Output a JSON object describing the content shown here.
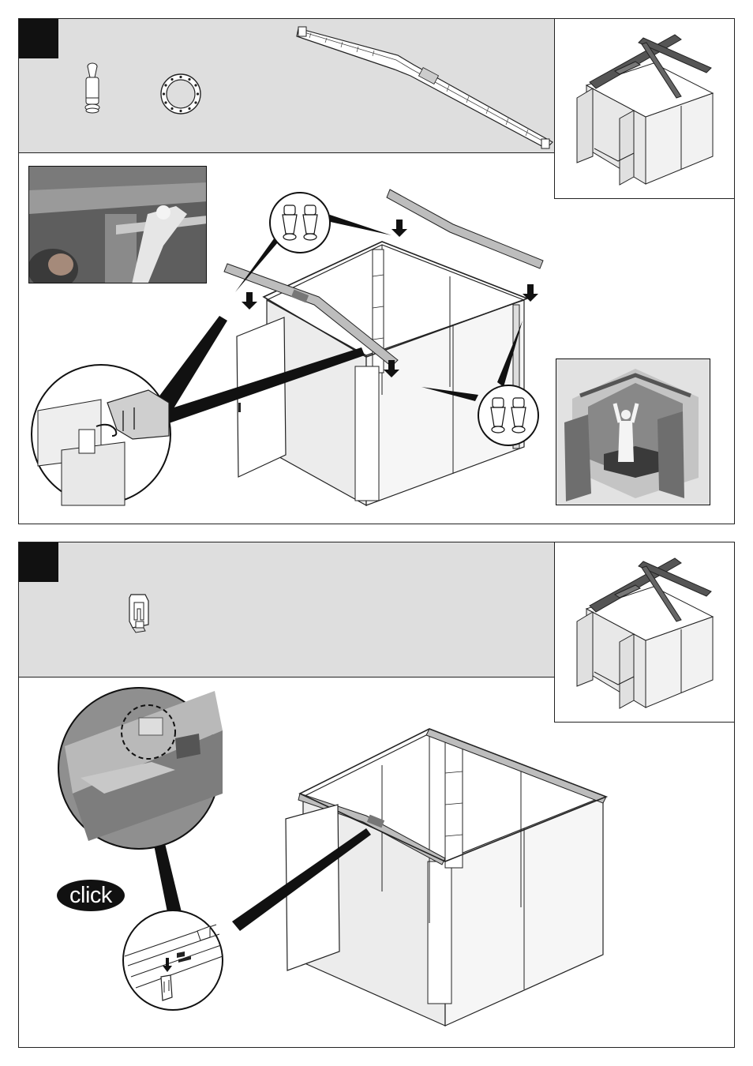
{
  "steps": [
    {
      "badge": "",
      "parts": [
        {
          "icon": "peg-fastener-icon"
        },
        {
          "icon": "ring-seal-icon"
        },
        {
          "icon": "gable-beam-icon"
        }
      ],
      "photos": [
        "person-fixing-beam-photo",
        "person-in-shed-photo"
      ]
    },
    {
      "badge": "",
      "parts": [
        {
          "icon": "clip-fastener-icon"
        }
      ],
      "callout": "click"
    }
  ],
  "colors": {
    "panel": "#dedede",
    "line": "#222222",
    "badge": "#111111"
  }
}
